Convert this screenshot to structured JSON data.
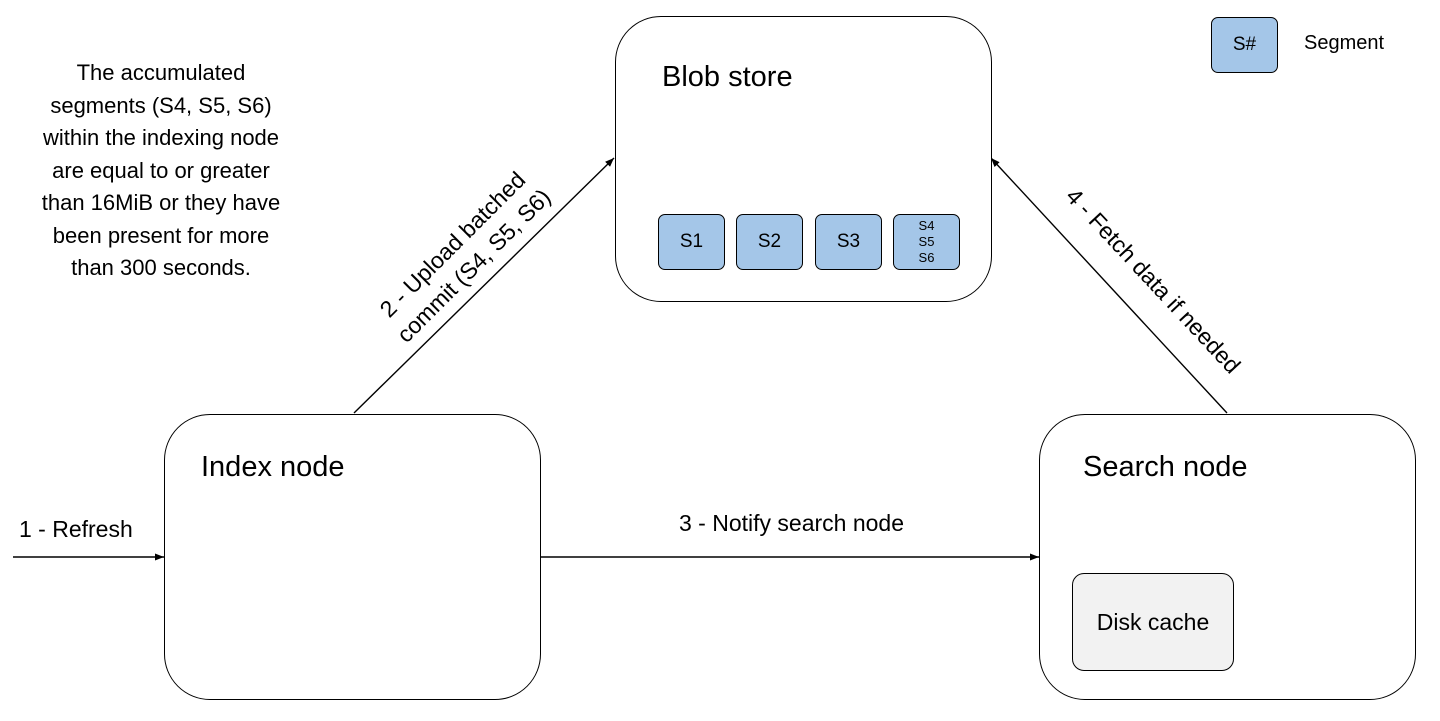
{
  "legend": {
    "swatch_label": "S#",
    "text": "Segment"
  },
  "note": {
    "lines": [
      "The accumulated",
      "segments (S4, S5, S6)",
      "within the indexing node",
      "are equal to or greater",
      "than 16MiB or they have",
      "been present for more",
      "than 300 seconds."
    ]
  },
  "blob_store": {
    "title": "Blob store",
    "segments": [
      "S1",
      "S2",
      "S3"
    ],
    "batched_segment": [
      "S4",
      "S5",
      "S6"
    ]
  },
  "index_node": {
    "title": "Index node"
  },
  "search_node": {
    "title": "Search node",
    "disk_cache": "Disk cache"
  },
  "edges": {
    "refresh": "1 - Refresh",
    "upload_line1": "2 - Upload batched",
    "upload_line2": "commit (S4, S5, S6)",
    "notify": "3 - Notify search node",
    "fetch": "4 - Fetch data if needed"
  },
  "colors": {
    "segment_fill": "#a4c6e8",
    "disk_cache_fill": "#f2f2f2",
    "stroke": "#000000"
  }
}
